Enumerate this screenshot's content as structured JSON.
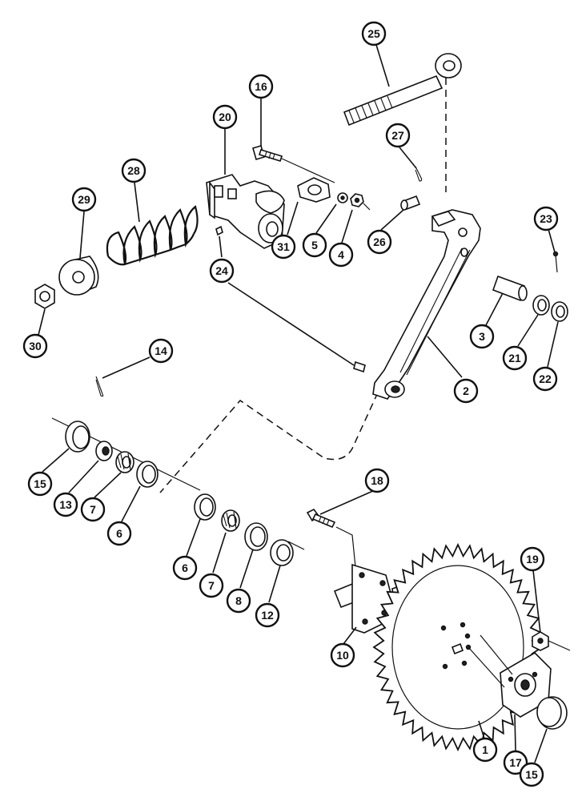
{
  "callouts": {
    "c1": "1",
    "c2": "2",
    "c3": "3",
    "c4": "4",
    "c5": "5",
    "c6a": "6",
    "c6b": "6",
    "c7a": "7",
    "c7b": "7",
    "c8": "8",
    "c10": "10",
    "c12": "12",
    "c13": "13",
    "c14": "14",
    "c15a": "15",
    "c15b": "15",
    "c16": "16",
    "c17": "17",
    "c18": "18",
    "c19": "19",
    "c20": "20",
    "c21": "21",
    "c22": "22",
    "c23": "23",
    "c24": "24",
    "c25": "25",
    "c26": "26",
    "c27": "27",
    "c28": "28",
    "c29": "29",
    "c30": "30",
    "c31": "31"
  }
}
